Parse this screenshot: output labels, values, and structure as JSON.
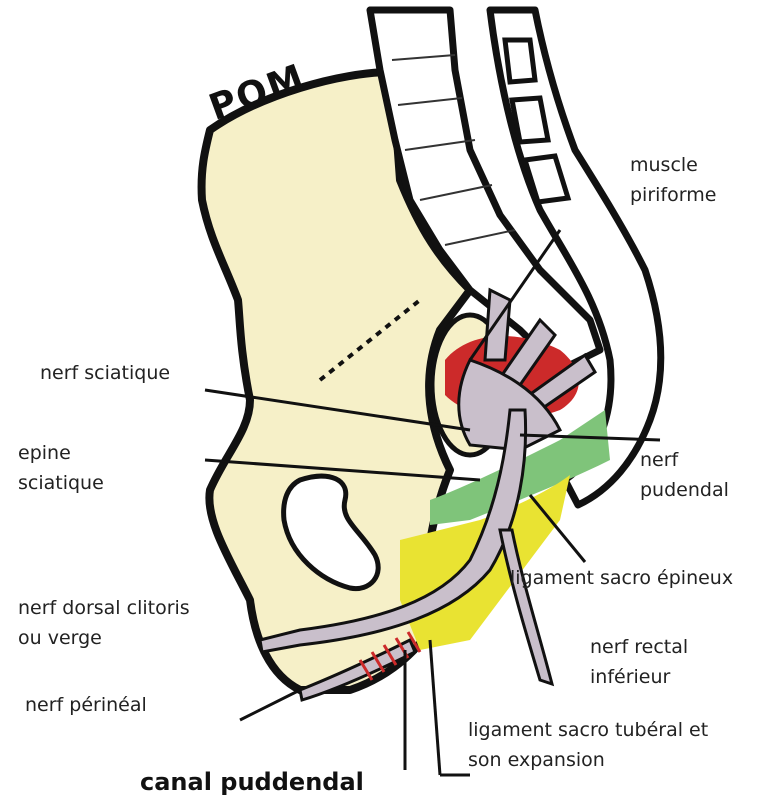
{
  "stamp": "POM",
  "labels": {
    "muscle_piriforme": [
      "muscle",
      "piriforme"
    ],
    "nerf_sciatique": "nerf sciatique",
    "epine_sciatique": [
      "epine",
      "sciatique"
    ],
    "nerf_pudendal": [
      "nerf",
      "pudendal"
    ],
    "ligament_sacro_epineux": "ligament sacro épineux",
    "nerf_dorsal": [
      "nerf dorsal clitoris",
      "ou verge"
    ],
    "nerf_rectal": [
      "nerf rectal",
      "inférieur"
    ],
    "nerf_perineal": "nerf périnéal",
    "ligament_sacro_tuberal": [
      "ligament sacro tubéral et",
      "son expansion"
    ],
    "canal": "canal puddendal"
  },
  "colors": {
    "bone": "#f6f0c8",
    "outline": "#111111",
    "nerve": "#c9bfcb",
    "ligament_sacro_epineux": "#7fc47a",
    "ligament_sacro_tuberal": "#e9e332",
    "muscle": "#cc2a2a"
  }
}
